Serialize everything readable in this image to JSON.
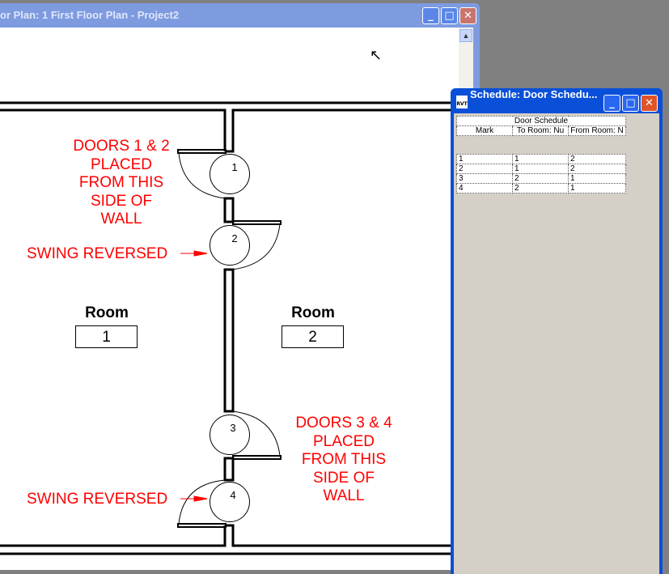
{
  "floor_plan_window": {
    "title": "or Plan: 1 First Floor Plan - Project2",
    "buttons": {
      "minimize": "_",
      "maximize": "□",
      "close": "✕"
    },
    "scroll_up": "▲",
    "annotations": {
      "doors_1_2": [
        "DOORS 1 & 2",
        "PLACED",
        "FROM THIS",
        "SIDE OF",
        "WALL"
      ],
      "doors_3_4": [
        "DOORS 3 & 4",
        "PLACED",
        "FROM THIS",
        "SIDE OF",
        "WALL"
      ],
      "swing_reversed_top": "SWING REVERSED",
      "swing_reversed_bottom": "SWING REVERSED"
    },
    "rooms": [
      {
        "name": "Room",
        "number": "1"
      },
      {
        "name": "Room",
        "number": "2"
      }
    ],
    "door_tags": [
      "1",
      "2",
      "3",
      "4"
    ],
    "annotation_color": "#ff0000"
  },
  "schedule_window": {
    "title": "Schedule: Door Schedu...",
    "icon_text": "RVT",
    "table_title": "Door Schedule",
    "columns": [
      "Mark",
      "To Room: Nu",
      "From Room: N"
    ],
    "rows": [
      [
        "1",
        "1",
        "2"
      ],
      [
        "2",
        "1",
        "2"
      ],
      [
        "3",
        "2",
        "1"
      ],
      [
        "4",
        "2",
        "1"
      ]
    ]
  }
}
